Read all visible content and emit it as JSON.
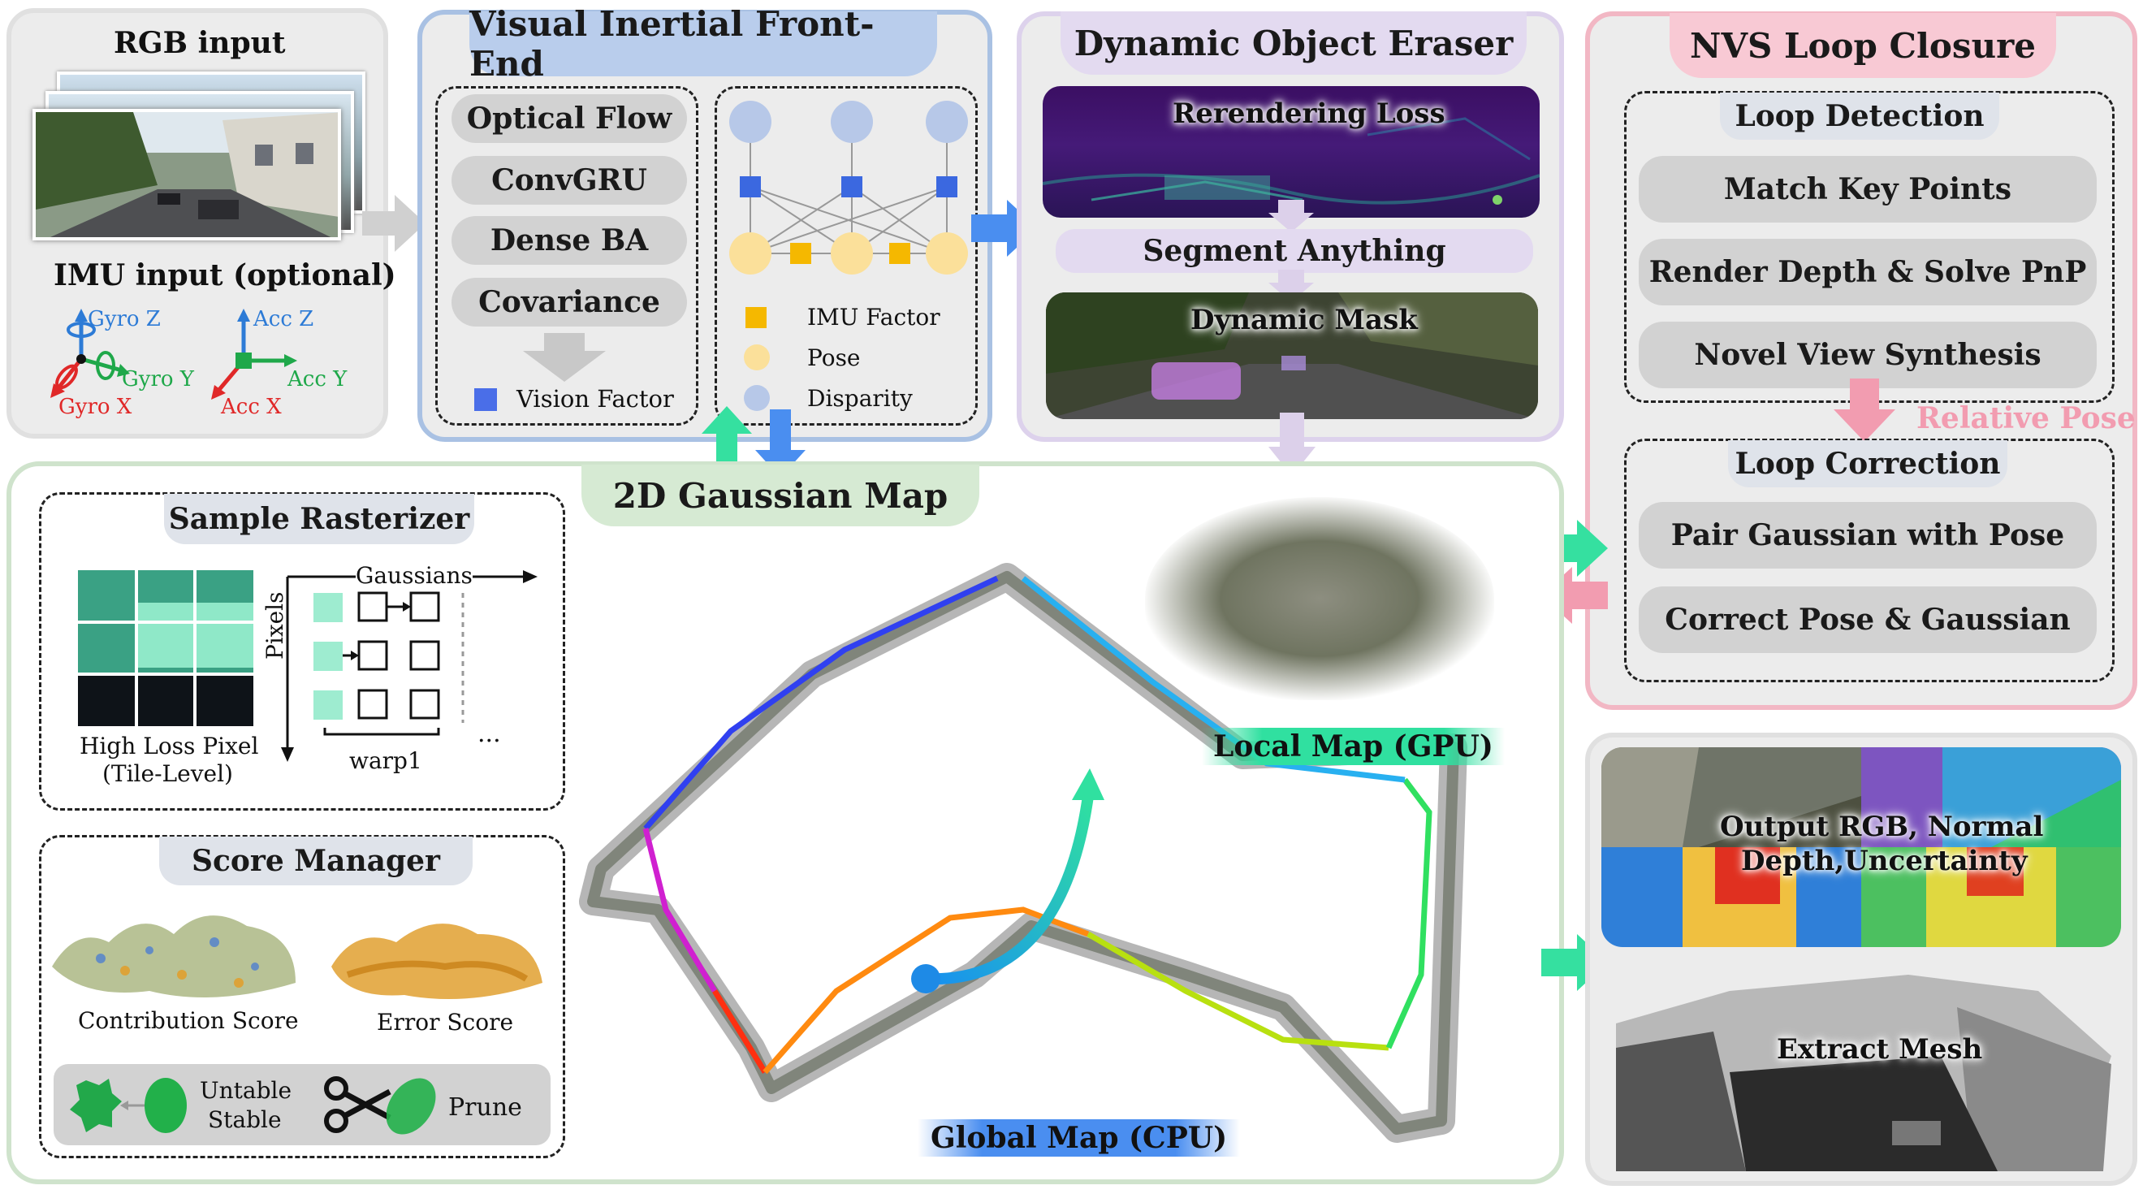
{
  "input": {
    "rgb_label": "RGB input",
    "imu_label": "IMU input (optional)",
    "gyro_z": "Gyro Z",
    "gyro_y": "Gyro Y",
    "gyro_x": "Gyro X",
    "acc_z": "Acc Z",
    "acc_y": "Acc Y",
    "acc_x": "Acc X"
  },
  "frontend": {
    "title": "Visual Inertial Front-End",
    "steps": [
      "Optical Flow",
      "ConvGRU",
      "Dense BA",
      "Covariance"
    ],
    "vision_factor": "Vision Factor",
    "legend": [
      "IMU Factor",
      "Pose",
      "Disparity"
    ]
  },
  "eraser": {
    "title": "Dynamic Object Eraser",
    "rerendering": "Rerendering Loss",
    "segment": "Segment Anything",
    "dynamic_mask": "Dynamic Mask"
  },
  "nvs": {
    "title": "NVS Loop Closure",
    "loop_detection": "Loop Detection",
    "detection_steps": [
      "Match Key Points",
      "Render Depth & Solve PnP",
      "Novel View Synthesis"
    ],
    "relative_pose": "Relative Pose",
    "loop_correction": "Loop Correction",
    "correction_steps": [
      "Pair Gaussian with Pose",
      "Correct Pose & Gaussian"
    ]
  },
  "gaussian_map": {
    "title": "2D Gaussian Map",
    "local_map": "Local Map (GPU)",
    "global_map": "Global Map (CPU)"
  },
  "rasterizer": {
    "title": "Sample Rasterizer",
    "gaussians": "Gaussians",
    "pixels": "Pixels",
    "high_loss_1": "High Loss Pixel",
    "high_loss_2": "(Tile-Level)",
    "warp": "warp1",
    "ellipsis": "..."
  },
  "score": {
    "title": "Score Manager",
    "contribution": "Contribution Score",
    "error": "Error Score",
    "untable": "Untable",
    "stable": "Stable",
    "prune": "Prune"
  },
  "output": {
    "rgb_normal": "Output RGB, Normal",
    "depth_unc": "Depth,Uncertainty",
    "mesh": "Extract Mesh"
  },
  "colors": {
    "frontend_border": "#a9c1e3",
    "frontend_tab": "#b9cdec",
    "eraser_border": "#ddd2ec",
    "eraser_tab": "#e3daf0",
    "nvs_border": "#f2b7c4",
    "nvs_tab": "#f8c9d4",
    "map_border": "#cfe3cc",
    "map_tab": "#d6ead3",
    "arrow_blue": "#4a8ef0",
    "arrow_green": "#35e0a0",
    "arrow_pink": "#f29cb0"
  }
}
